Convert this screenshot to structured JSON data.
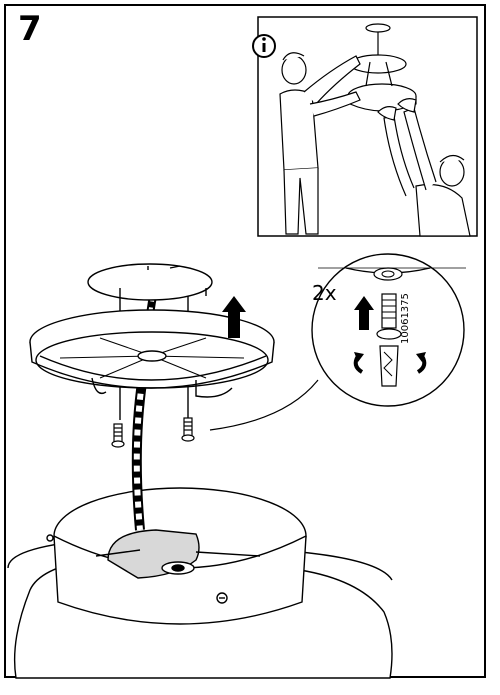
{
  "step": {
    "number": "7"
  },
  "callout": {
    "quantity": "2x",
    "part_number": "10061375"
  },
  "info_panel": {
    "icon": "info-icon"
  },
  "icons": {
    "arrows": "up-arrow-icon",
    "rotate": "rotate-arrow-icon"
  },
  "colors": {
    "ink": "#000000",
    "paper": "#ffffff",
    "shade": "#d8d8d8"
  }
}
